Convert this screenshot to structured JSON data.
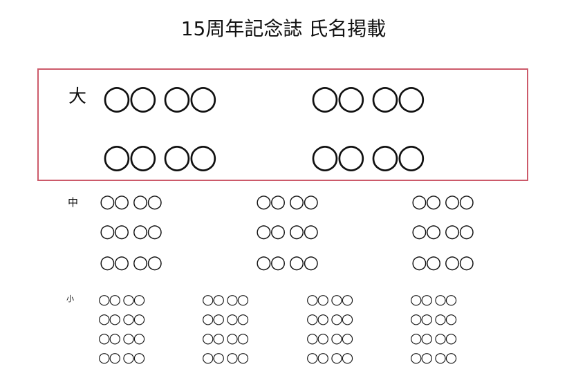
{
  "title": "15周年記念誌 氏名掲載",
  "labels": {
    "large": "大",
    "medium": "中",
    "small": "小"
  },
  "placeholder_name": "○○ ○○",
  "colors": {
    "large_box_border": "#cc5a6a"
  }
}
